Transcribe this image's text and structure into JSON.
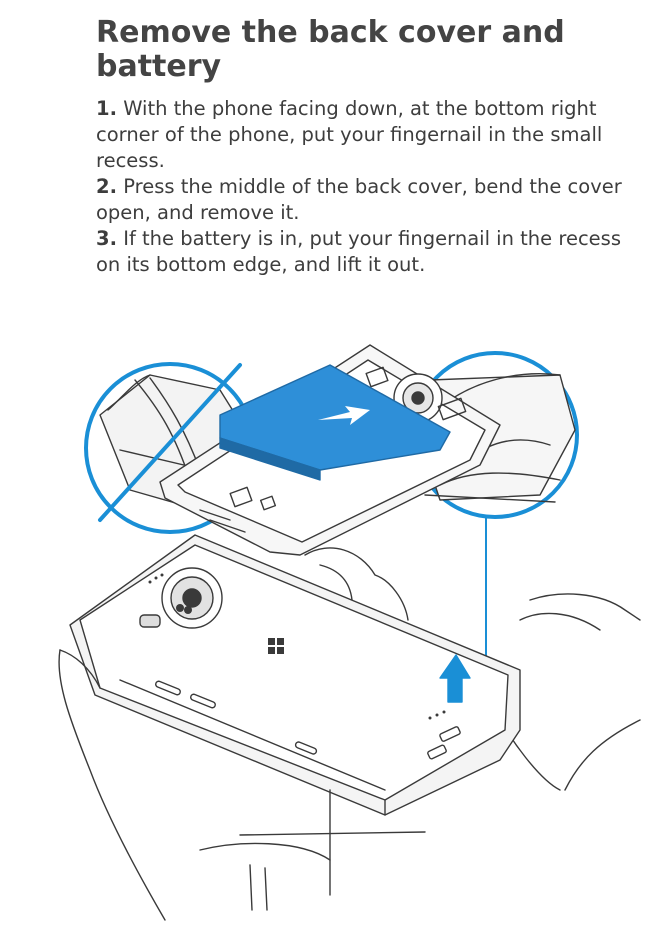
{
  "page": {
    "title": "Remove the back cover and battery",
    "steps": [
      {
        "number": "1.",
        "text": "With the phone facing down, at the bottom right corner of the phone, put your fingernail in the small recess."
      },
      {
        "number": "2.",
        "text": "Press the middle of the back cover, bend the cover open, and remove it."
      },
      {
        "number": "3.",
        "text": "If the battery is in, put your fingernail in the recess on its bottom edge, and lift it out."
      }
    ]
  },
  "colors": {
    "accent": "#1a8fd6",
    "battery": "#2e8fd8",
    "ink": "#3a3a3a"
  },
  "illustration": {
    "icons": [
      "phone-back-cover",
      "battery",
      "camera-lens",
      "windows-logo",
      "hand",
      "arrow-up",
      "arrow-left"
    ]
  }
}
